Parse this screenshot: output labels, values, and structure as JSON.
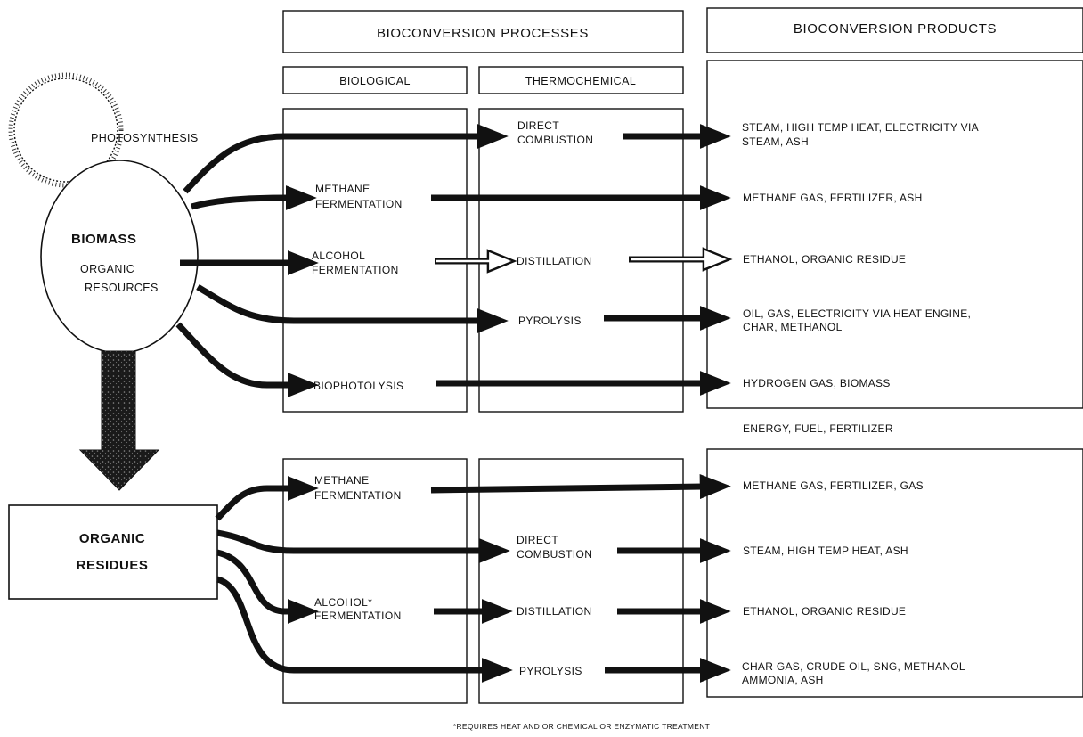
{
  "headers": {
    "processes": "BIOCONVERSION PROCESSES",
    "products": "BIOCONVERSION PRODUCTS",
    "biological": "BIOLOGICAL",
    "thermochemical": "THERMOCHEMICAL"
  },
  "sources": {
    "photosynthesis": "PHOTOSYNTHESIS",
    "biomass_title": "BIOMASS",
    "biomass_line1": "ORGANIC",
    "biomass_line2": "RESOURCES",
    "residues_line1": "ORGANIC",
    "residues_line2": "RESIDUES"
  },
  "biomass_processes": {
    "methane_1": "METHANE",
    "methane_2": "FERMENTATION",
    "alcohol_1": "ALCOHOL",
    "alcohol_2": "FERMENTATION",
    "biophotolysis": "BIOPHOTOLYSIS",
    "direct_1": "DIRECT",
    "direct_2": "COMBUSTION",
    "distillation": "DISTILLATION",
    "pyrolysis": "PYROLYSIS"
  },
  "biomass_products": {
    "steam_1": "STEAM, HIGH TEMP HEAT, ELECTRICITY VIA",
    "steam_2": "STEAM, ASH",
    "methane": "METHANE GAS, FERTILIZER, ASH",
    "ethanol": "ETHANOL, ORGANIC RESIDUE",
    "oil_1": "OIL, GAS, ELECTRICITY VIA HEAT ENGINE,",
    "oil_2": "CHAR, METHANOL",
    "hydrogen": "HYDROGEN GAS, BIOMASS"
  },
  "summary": "ENERGY, FUEL, FERTILIZER",
  "residue_processes": {
    "methane_1": "METHANE",
    "methane_2": "FERMENTATION",
    "alcohol_1": "ALCOHOL*",
    "alcohol_2": "FERMENTATION",
    "direct_1": "DIRECT",
    "direct_2": "COMBUSTION",
    "distillation": "DISTILLATION",
    "pyrolysis": "PYROLYSIS"
  },
  "residue_products": {
    "methane": "METHANE GAS, FERTILIZER, GAS",
    "steam": "STEAM, HIGH TEMP HEAT, ASH",
    "ethanol": "ETHANOL, ORGANIC RESIDUE",
    "char_1": "CHAR  GAS, CRUDE OIL, SNG,  METHANOL",
    "char_2": "AMMONIA, ASH"
  },
  "footnote": "*REQUIRES HEAT AND OR CHEMICAL OR ENZYMATIC TREATMENT"
}
